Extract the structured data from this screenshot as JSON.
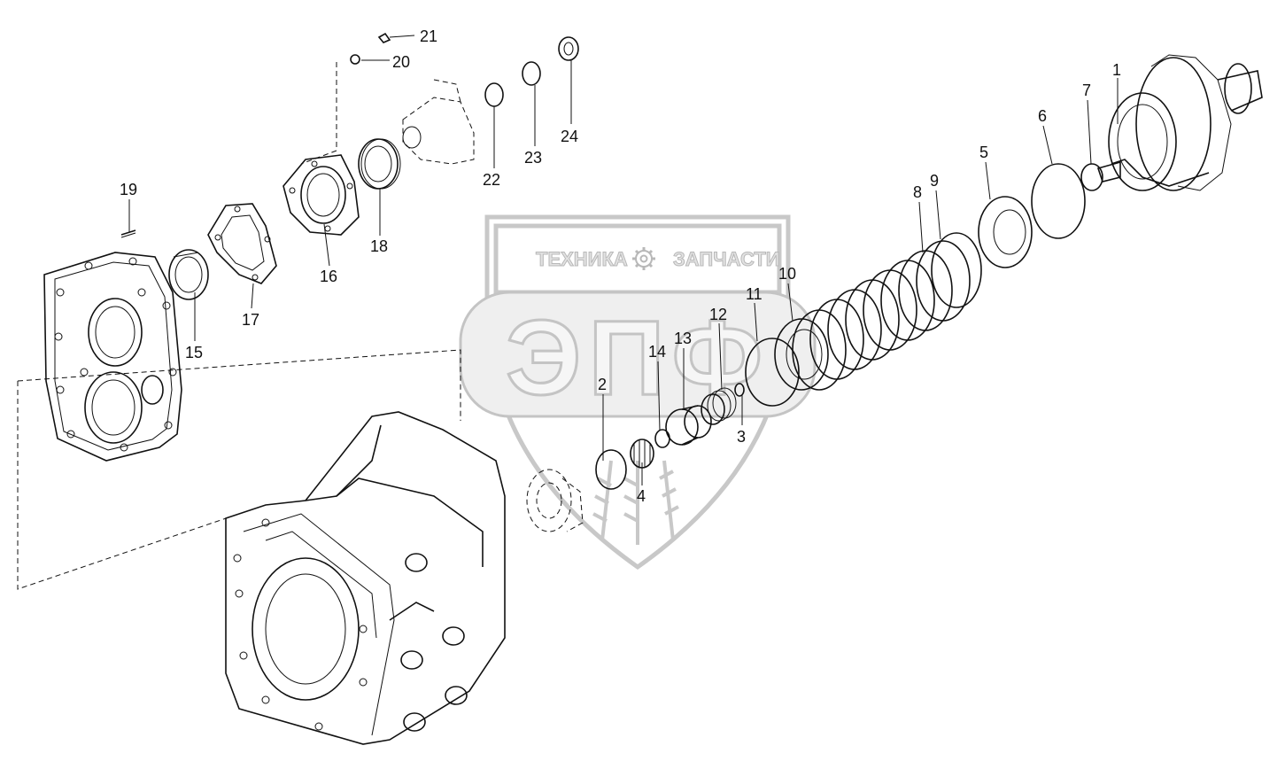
{
  "watermark": {
    "top_left_word": "ТЕХНИКА",
    "top_right_word": "ЗАПЧАСТИ",
    "logo_letters": "ЭПФ",
    "gear_icon": "gear-icon",
    "colors": {
      "outline": "#c8c8c8",
      "fill": "#efefef"
    }
  },
  "callouts": [
    {
      "id": "c1",
      "label": "1"
    },
    {
      "id": "c2",
      "label": "2"
    },
    {
      "id": "c3",
      "label": "3"
    },
    {
      "id": "c4",
      "label": "4"
    },
    {
      "id": "c5",
      "label": "5"
    },
    {
      "id": "c6",
      "label": "6"
    },
    {
      "id": "c7",
      "label": "7"
    },
    {
      "id": "c8",
      "label": "8"
    },
    {
      "id": "c9",
      "label": "9"
    },
    {
      "id": "c10",
      "label": "10"
    },
    {
      "id": "c11",
      "label": "11"
    },
    {
      "id": "c12",
      "label": "12"
    },
    {
      "id": "c13",
      "label": "13"
    },
    {
      "id": "c14",
      "label": "14"
    },
    {
      "id": "c15",
      "label": "15"
    },
    {
      "id": "c16",
      "label": "16"
    },
    {
      "id": "c17",
      "label": "17"
    },
    {
      "id": "c18",
      "label": "18"
    },
    {
      "id": "c19",
      "label": "19"
    },
    {
      "id": "c20",
      "label": "20"
    },
    {
      "id": "c21",
      "label": "21"
    },
    {
      "id": "c22",
      "label": "22"
    },
    {
      "id": "c23",
      "label": "23"
    },
    {
      "id": "c24",
      "label": "24"
    }
  ]
}
